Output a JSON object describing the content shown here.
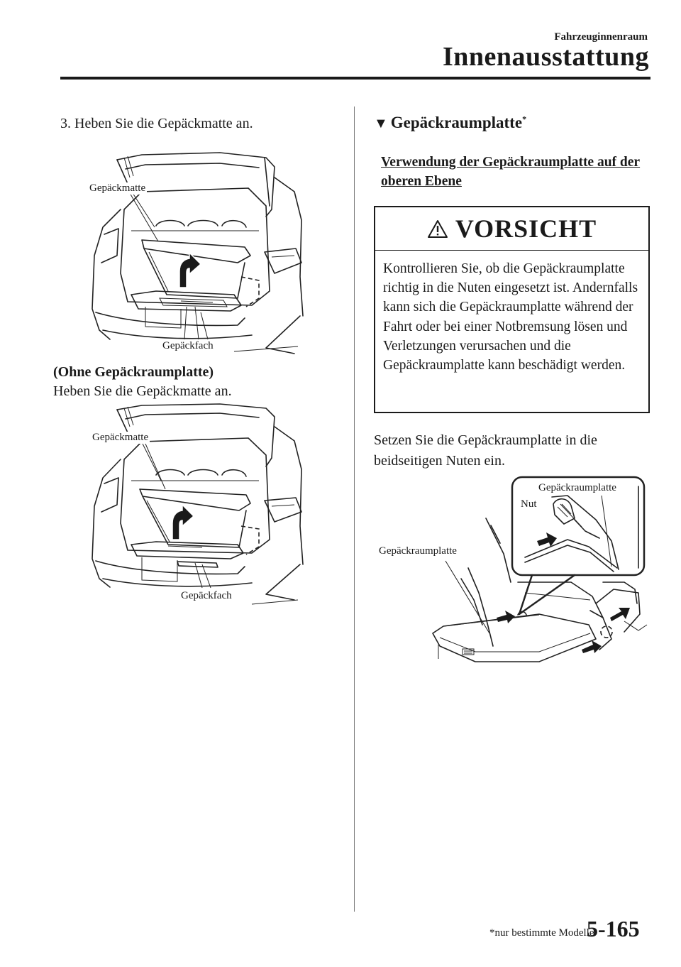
{
  "header": {
    "chapter": "Fahrzeuginnenraum",
    "section": "Innenausstattung"
  },
  "left": {
    "step3": "3.  Heben Sie die Gepäckmatte an.",
    "figure1": {
      "label_top": "Gepäckmatte",
      "label_bottom": "Gepäckfach"
    },
    "subheading": "(Ohne Gepäckraumplatte)",
    "body": "Heben Sie die Gepäckmatte an.",
    "figure2": {
      "label_top": "Gepäckmatte",
      "label_bottom": "Gepäckfach"
    }
  },
  "right": {
    "heading": "Gepäckraumplatte",
    "heading_mark": "*",
    "subheading": "Verwendung der Gepäckraumplatte auf der oberen Ebene",
    "caution": {
      "title": "VORSICHT",
      "text": "Kontrollieren Sie, ob die Gepäckraumplatte richtig in die Nuten eingesetzt ist. Andernfalls kann sich die Gepäckraumplatte während der Fahrt oder bei einer Notbremsung lösen und Verletzungen verursachen und die Gepäckraumplatte kann beschädigt werden."
    },
    "paragraph": "Setzen Sie die Gepäckraumplatte in die beidseitigen Nuten ein.",
    "figure3": {
      "label_left": "Gepäckraumplatte",
      "label_nut": "Nut",
      "label_inset": "Gepäckraumplatte"
    }
  },
  "footer": {
    "footnote": "*nur bestimmte Modelle",
    "page": "5-165"
  },
  "icons": {
    "caution": "warning-triangle-icon",
    "heading_marker": "down-triangle-icon"
  }
}
